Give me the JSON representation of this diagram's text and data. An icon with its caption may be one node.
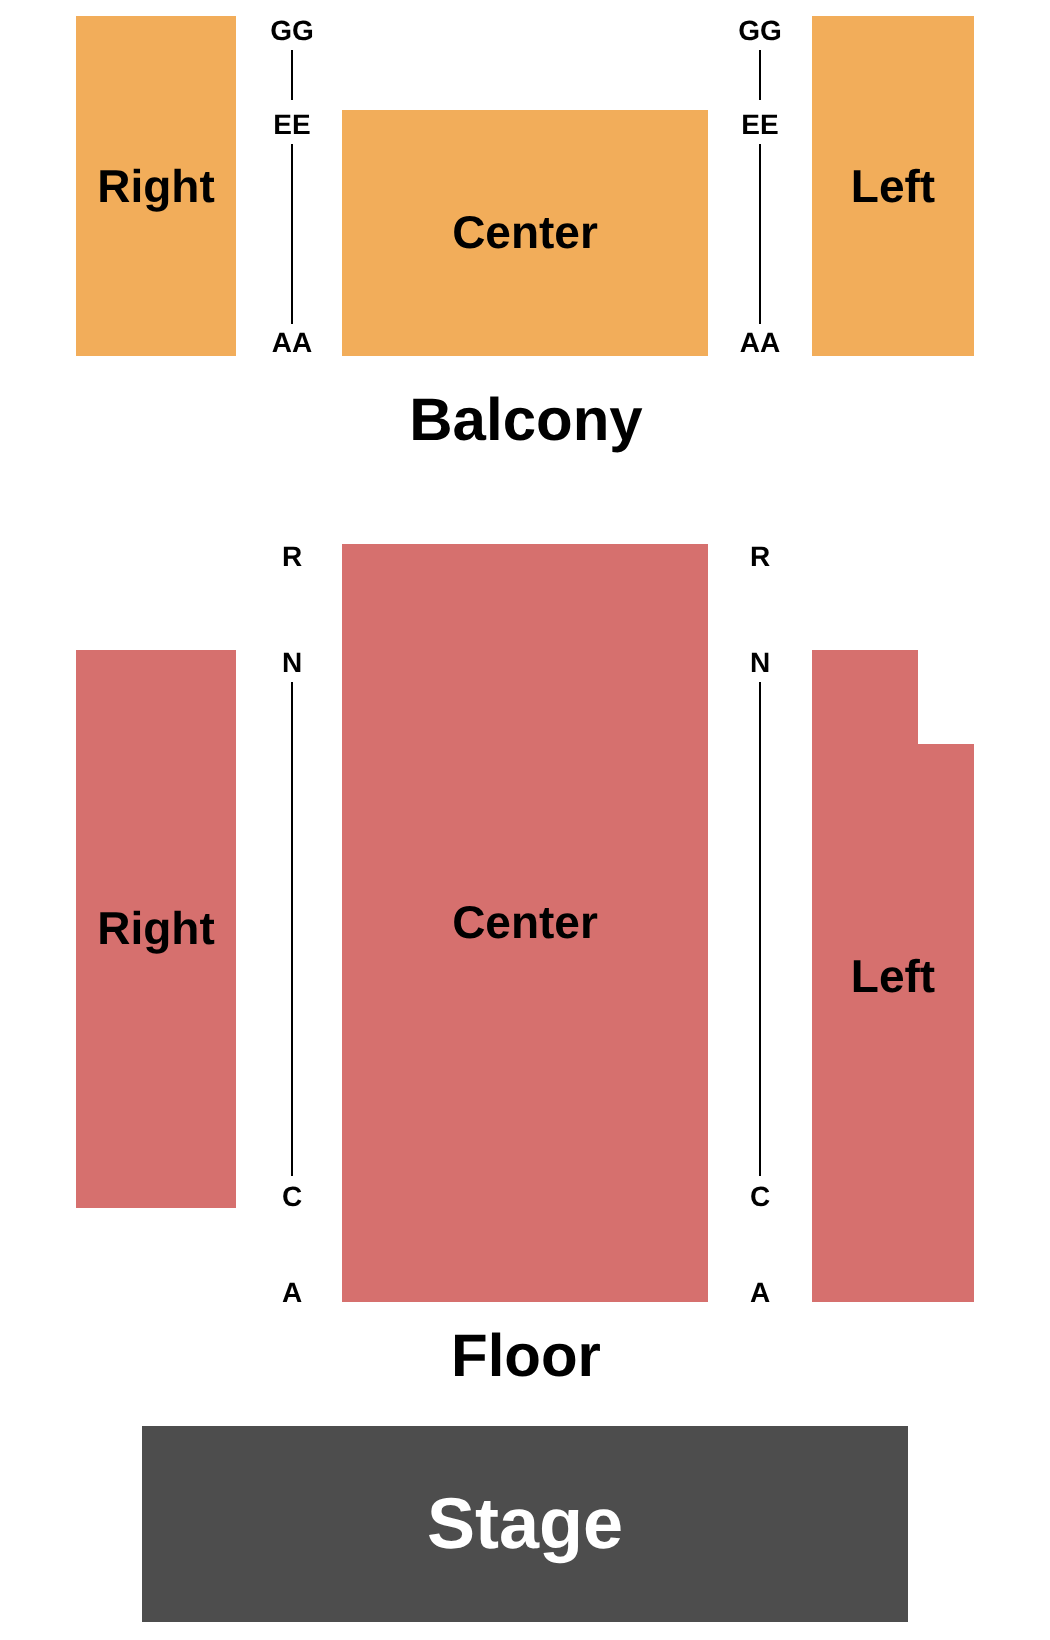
{
  "diagram": {
    "nodes": [
      {
        "text": [
          "Right"
        ]
      },
      {
        "text": [
          "Center"
        ]
      },
      {
        "text": [
          "Left"
        ]
      },
      {
        "text": [
          "Right"
        ]
      },
      {
        "text": [
          "Center"
        ]
      },
      {
        "text": [
          "Left"
        ]
      },
      {
        "text": [
          "Stage"
        ]
      }
    ],
    "labels": [
      "GG",
      "GG",
      "EE",
      "EE",
      "AA",
      "AA",
      "Balcony",
      "R",
      "R",
      "N",
      "N",
      "C",
      "C",
      "A",
      "A",
      "Floor"
    ]
  }
}
